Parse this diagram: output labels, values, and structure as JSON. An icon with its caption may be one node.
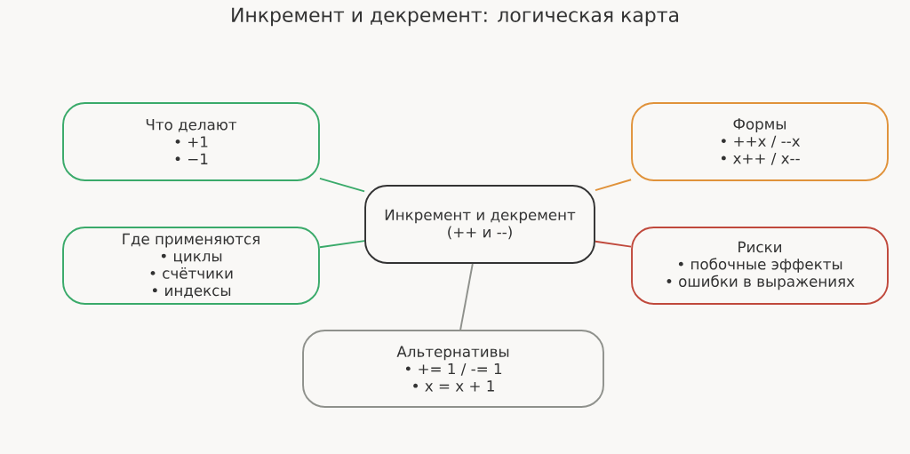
{
  "diagram": {
    "title": "Инкремент и декремент: логическая карта",
    "nodes": [
      {
        "text": [
          "Инкремент и декремент",
          "(++ и --)"
        ]
      },
      {
        "text": [
          "Что делают",
          "• +1",
          "• −1"
        ]
      },
      {
        "text": [
          "Где применяются",
          "• циклы",
          "• счётчики",
          "• индексы"
        ]
      },
      {
        "text": [
          "Формы",
          "• ++x / --x",
          "• x++ / x--"
        ]
      },
      {
        "text": [
          "Риски",
          "• побочные эффекты",
          "• ошибки в выражениях"
        ]
      },
      {
        "text": [
          "Альтернативы",
          "• += 1 / -= 1",
          "• x = x + 1"
        ]
      }
    ],
    "edges": [
      {
        "from": 0,
        "to": 1,
        "arrow": "none"
      },
      {
        "from": 0,
        "to": 2,
        "arrow": "none"
      },
      {
        "from": 0,
        "to": 3,
        "arrow": "none",
        "color": "#e0923a"
      },
      {
        "from": 0,
        "to": 4,
        "arrow": "none",
        "color": "#c0493c"
      },
      {
        "from": 0,
        "to": 5,
        "arrow": "none",
        "color": "#8f918c"
      }
    ]
  }
}
